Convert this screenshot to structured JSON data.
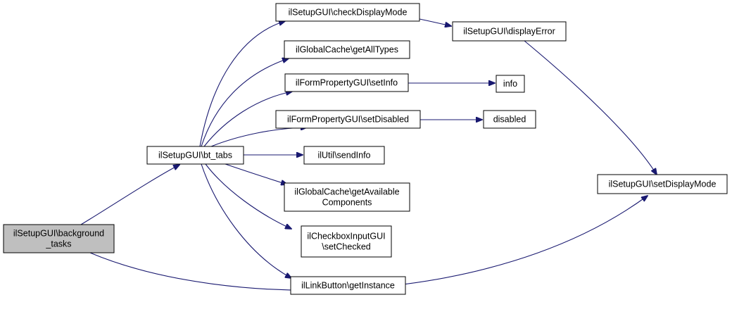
{
  "colors": {
    "edge": "#191970",
    "node_border": "#000000",
    "node_fill": "#ffffff",
    "root_fill": "#bfbfbf"
  },
  "nodes": [
    {
      "id": "background_tasks",
      "lines": [
        "ilSetupGUI\\background",
        "_tasks"
      ],
      "root": true
    },
    {
      "id": "bt_tabs",
      "lines": [
        "ilSetupGUI\\bt_tabs"
      ]
    },
    {
      "id": "checkDisplayMode",
      "lines": [
        "ilSetupGUI\\checkDisplayMode"
      ]
    },
    {
      "id": "getAllTypes",
      "lines": [
        "ilGlobalCache\\getAllTypes"
      ]
    },
    {
      "id": "setInfo",
      "lines": [
        "ilFormPropertyGUI\\setInfo"
      ]
    },
    {
      "id": "setDisabled",
      "lines": [
        "ilFormPropertyGUI\\setDisabled"
      ]
    },
    {
      "id": "sendInfo",
      "lines": [
        "ilUtil\\sendInfo"
      ]
    },
    {
      "id": "getAvailableComponents",
      "lines": [
        "ilGlobalCache\\getAvailable",
        "Components"
      ]
    },
    {
      "id": "setChecked",
      "lines": [
        "ilCheckboxInputGUI",
        "\\setChecked"
      ]
    },
    {
      "id": "getInstance",
      "lines": [
        "ilLinkButton\\getInstance"
      ]
    },
    {
      "id": "displayError",
      "lines": [
        "ilSetupGUI\\displayError"
      ]
    },
    {
      "id": "info",
      "lines": [
        "info"
      ]
    },
    {
      "id": "disabled",
      "lines": [
        "disabled"
      ]
    },
    {
      "id": "setDisplayMode",
      "lines": [
        "ilSetupGUI\\setDisplayMode"
      ]
    }
  ],
  "edges": [
    {
      "from": "background_tasks",
      "to": "bt_tabs"
    },
    {
      "from": "background_tasks",
      "to": "setDisplayMode"
    },
    {
      "from": "bt_tabs",
      "to": "checkDisplayMode"
    },
    {
      "from": "bt_tabs",
      "to": "getAllTypes"
    },
    {
      "from": "bt_tabs",
      "to": "setInfo"
    },
    {
      "from": "bt_tabs",
      "to": "setDisabled"
    },
    {
      "from": "bt_tabs",
      "to": "sendInfo"
    },
    {
      "from": "bt_tabs",
      "to": "getAvailableComponents"
    },
    {
      "from": "bt_tabs",
      "to": "setChecked"
    },
    {
      "from": "bt_tabs",
      "to": "getInstance"
    },
    {
      "from": "checkDisplayMode",
      "to": "displayError"
    },
    {
      "from": "displayError",
      "to": "setDisplayMode"
    },
    {
      "from": "setInfo",
      "to": "info"
    },
    {
      "from": "setDisabled",
      "to": "disabled"
    }
  ]
}
